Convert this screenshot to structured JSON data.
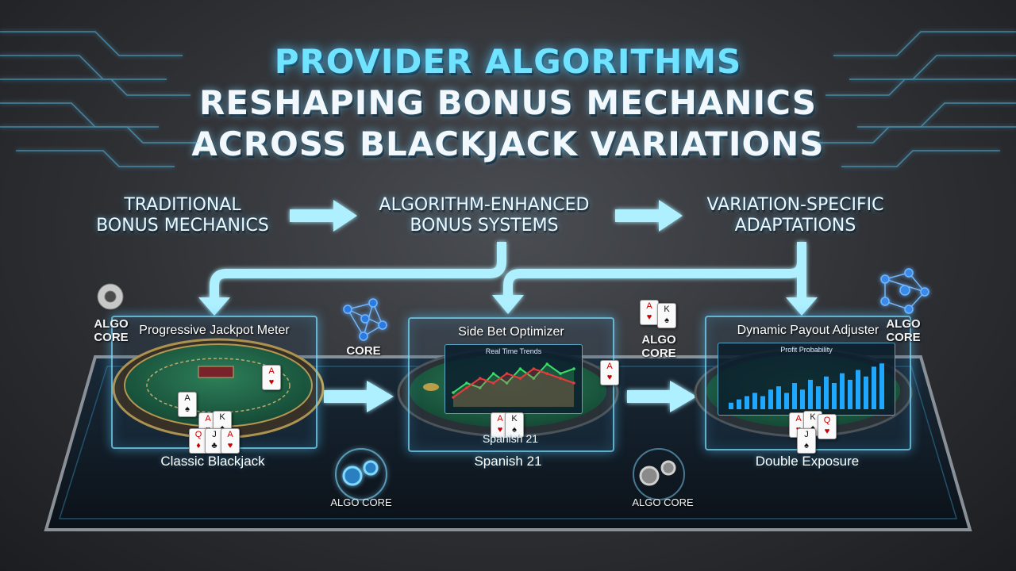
{
  "title": {
    "line1": "PROVIDER ALGORITHMS",
    "line2": "RESHAPING BONUS MECHANICS",
    "line3": "ACROSS BLACKJACK VARIATIONS"
  },
  "stages": [
    {
      "line1": "TRADITIONAL",
      "line2": "BONUS MECHANICS"
    },
    {
      "line1": "ALGORITHM-ENHANCED",
      "line2": "BONUS SYSTEMS"
    },
    {
      "line1": "VARIATION-SPECIFIC",
      "line2": "ADAPTATIONS"
    }
  ],
  "panels": [
    {
      "title": "Progressive Jackpot Meter",
      "game": "Classic Blackjack"
    },
    {
      "title": "Side Bet Optimizer",
      "game": "Spanish 21",
      "inner_label": "Spanish 21",
      "chart_title": "Real Time Trends"
    },
    {
      "title": "Dynamic Payout Adjuster",
      "game": "Double Exposure",
      "chart_title": "Profit Probability"
    }
  ],
  "core_labels": {
    "left_line1": "ALGO",
    "left_line2": "CORE",
    "network_core": "CORE",
    "mid_line1": "ALGO",
    "mid_line2": "CORE",
    "right_line1": "ALGO",
    "right_line2": "CORE",
    "bottom_left": "ALGO CORE",
    "bottom_right": "ALGO CORE"
  },
  "chart_data": [
    {
      "type": "line",
      "title": "Real Time Trends",
      "series": [
        {
          "values": [
            3,
            5,
            4,
            7,
            5,
            8,
            6,
            9,
            7,
            8
          ]
        },
        {
          "values": [
            2,
            4,
            6,
            5,
            7,
            6,
            8,
            7,
            6,
            5
          ]
        }
      ],
      "colors": [
        "#3ddc6a",
        "#e83a3a"
      ],
      "ylim": [
        0,
        10
      ]
    },
    {
      "type": "bar",
      "title": "Profit Probability",
      "values": [
        1,
        1.5,
        2,
        2.5,
        2,
        3,
        3.5,
        2.5,
        4,
        3,
        4.5,
        3.5,
        5,
        4,
        5.5,
        4.5,
        6,
        5,
        6.5,
        7
      ],
      "color": "#1fa8ff",
      "ylim": [
        0,
        8
      ]
    }
  ],
  "colors": {
    "accent": "#6fe3ff",
    "felt": "#1d6b3e",
    "arrow": "#9fe9ff"
  }
}
